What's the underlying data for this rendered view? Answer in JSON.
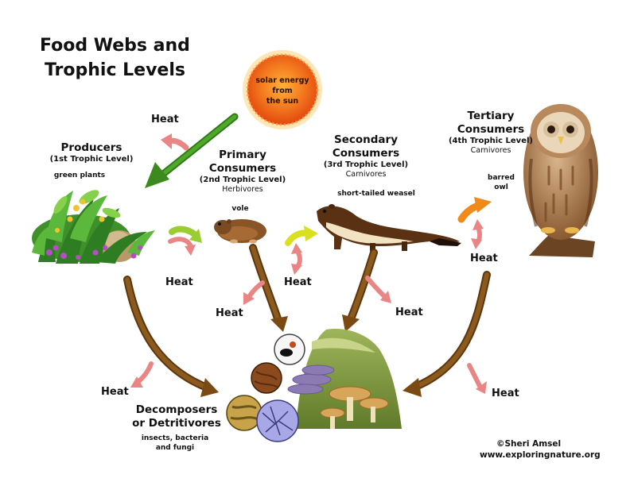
{
  "title": {
    "line1": "Food Webs and",
    "line2": "Trophic Levels"
  },
  "sun": {
    "line1": "solar energy",
    "line2": "from",
    "line3": "the sun"
  },
  "producers": {
    "name": "Producers",
    "level": "(1st Trophic Level)",
    "example": "green plants"
  },
  "primary": {
    "name1": "Primary",
    "name2": "Consumers",
    "level": "(2nd Trophic Level)",
    "diet": "Herbivores",
    "example": "vole"
  },
  "secondary": {
    "name1": "Secondary",
    "name2": "Consumers",
    "level": "(3rd Trophic Level)",
    "diet": "Carnivores",
    "example": "short-tailed weasel"
  },
  "tertiary": {
    "name1": "Tertiary",
    "name2": "Consumers",
    "level": "(4th Trophic Level)",
    "diet": "Carnivores",
    "example1": "barred",
    "example2": "owl"
  },
  "decomposers": {
    "name1": "Decomposers",
    "name2": "or Detritivores",
    "example1": "insects, bacteria",
    "example2": "and fungi"
  },
  "heat_label": "Heat",
  "credit": {
    "line1": "©Sheri Amsel",
    "line2": "www.exploringnature.org"
  },
  "colors": {
    "sun": "#f26a1b",
    "sun_arrow": "#3c8a1e",
    "energy_arrow_1": "#9acd32",
    "energy_arrow_2": "#d8e020",
    "energy_arrow_3": "#f08a1a",
    "heat_arrow": "#e98585",
    "decay_arrow": "#7a4a12"
  }
}
